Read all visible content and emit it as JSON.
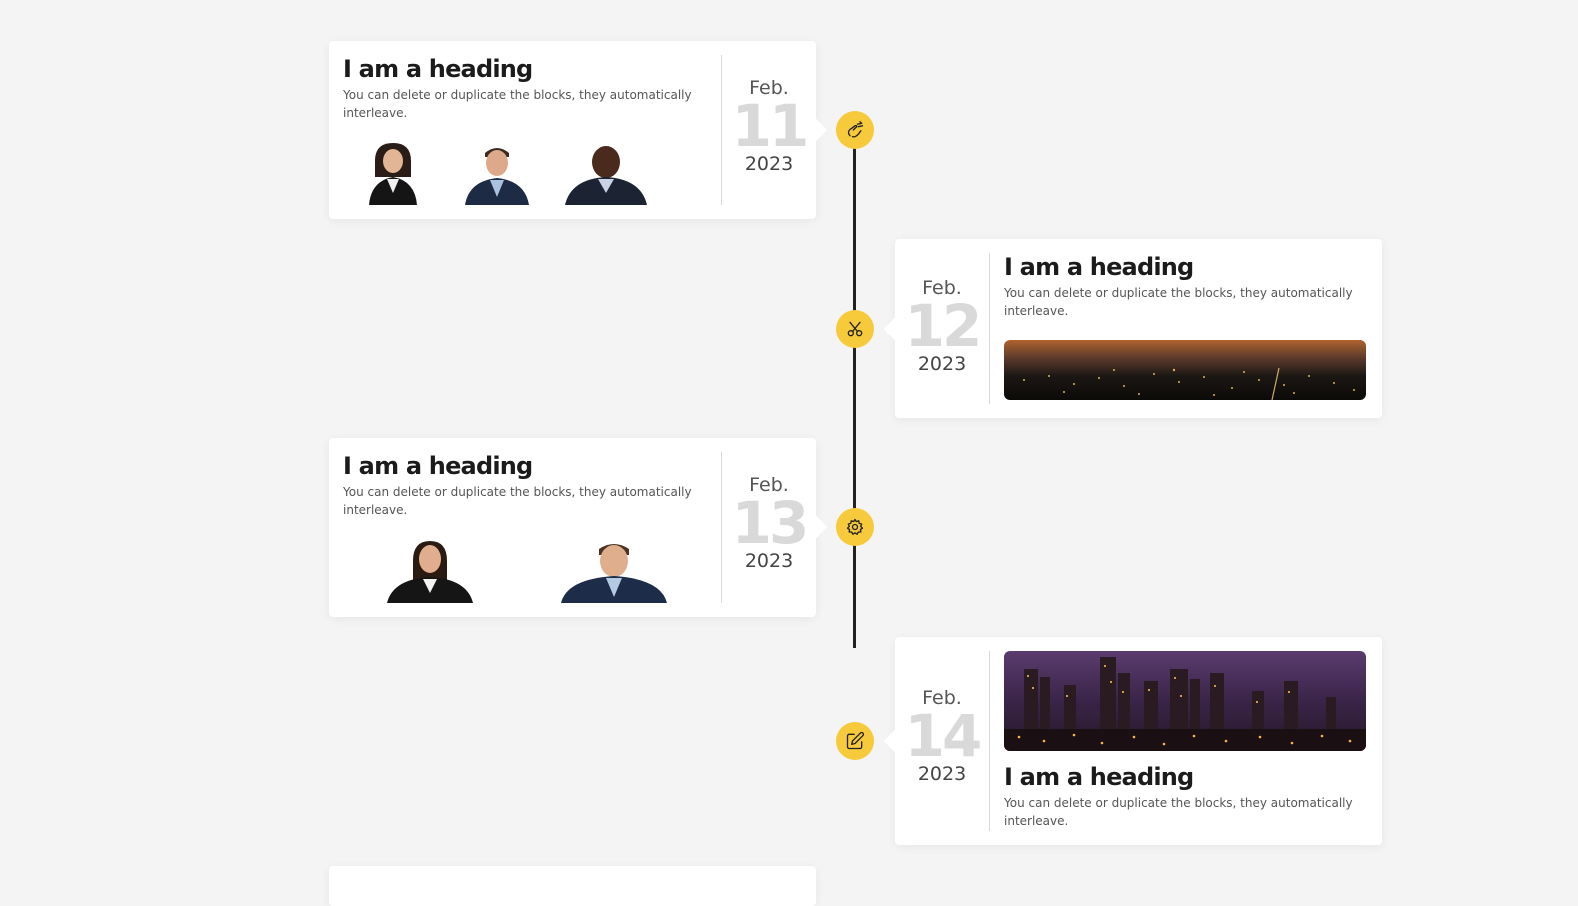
{
  "accent_color": "#f7ca3c",
  "entries": [
    {
      "heading": "I am a heading",
      "description": "You can delete or duplicate the blocks, they automatically interleave.",
      "month": "Feb.",
      "day": "11",
      "year": "2023",
      "icon": "handshake-icon"
    },
    {
      "heading": "I am a heading",
      "description": "You can delete or duplicate the blocks, they automatically interleave.",
      "month": "Feb.",
      "day": "12",
      "year": "2023",
      "icon": "scissors-icon"
    },
    {
      "heading": "I am a heading",
      "description": "You can delete or duplicate the blocks, they automatically interleave.",
      "month": "Feb.",
      "day": "13",
      "year": "2023",
      "icon": "gear-icon"
    },
    {
      "heading": "I am a heading",
      "description": "You can delete or duplicate the blocks, they automatically interleave.",
      "month": "Feb.",
      "day": "14",
      "year": "2023",
      "icon": "edit-icon"
    }
  ]
}
